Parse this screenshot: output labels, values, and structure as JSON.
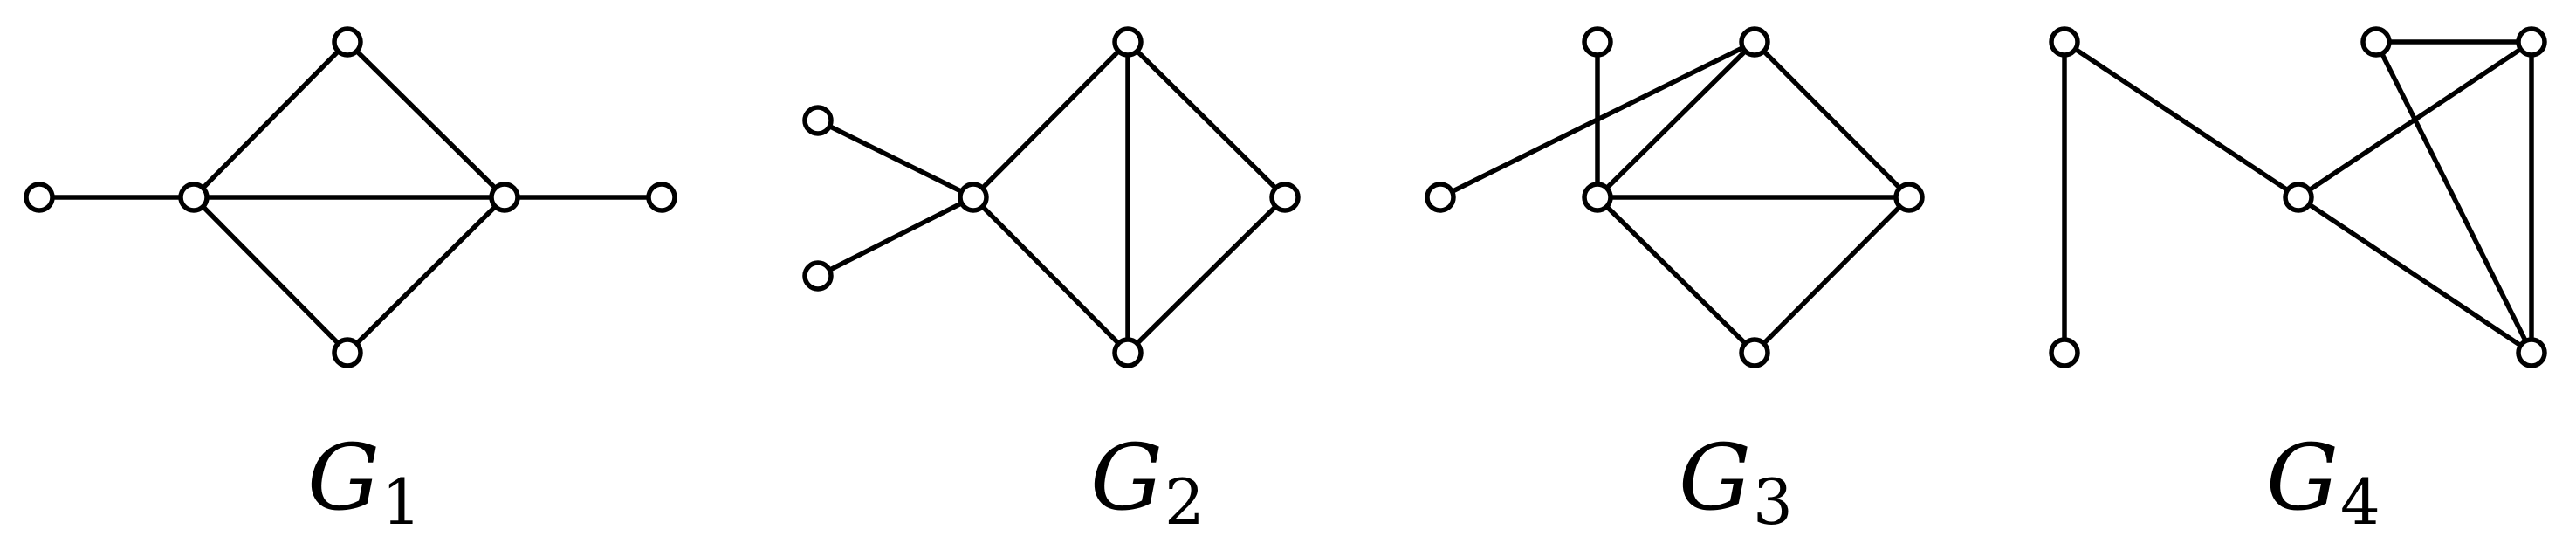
{
  "graphs": [
    {
      "label": "G",
      "subscript": "1",
      "vertex_count": 6,
      "edges": [
        [
          0,
          1
        ],
        [
          1,
          2
        ],
        [
          1,
          3
        ],
        [
          1,
          4
        ],
        [
          2,
          4
        ],
        [
          3,
          4
        ],
        [
          4,
          5
        ]
      ]
    },
    {
      "label": "G",
      "subscript": "2",
      "vertex_count": 6,
      "edges": [
        [
          0,
          2
        ],
        [
          1,
          2
        ],
        [
          2,
          3
        ],
        [
          2,
          4
        ],
        [
          3,
          4
        ],
        [
          3,
          5
        ],
        [
          4,
          5
        ]
      ]
    },
    {
      "label": "G",
      "subscript": "3",
      "vertex_count": 6,
      "edges": [
        [
          0,
          3
        ],
        [
          1,
          2
        ],
        [
          2,
          3
        ],
        [
          2,
          5
        ],
        [
          3,
          4
        ],
        [
          3,
          5
        ],
        [
          4,
          5
        ]
      ]
    },
    {
      "label": "G",
      "subscript": "4",
      "vertex_count": 6,
      "edges": [
        [
          0,
          1
        ],
        [
          0,
          2
        ],
        [
          2,
          3
        ],
        [
          2,
          4
        ],
        [
          3,
          5
        ],
        [
          4,
          5
        ],
        [
          3,
          4
        ]
      ]
    }
  ],
  "colors": {
    "stroke": "#000000",
    "node_fill": "#ffffff",
    "background": "#ffffff"
  }
}
